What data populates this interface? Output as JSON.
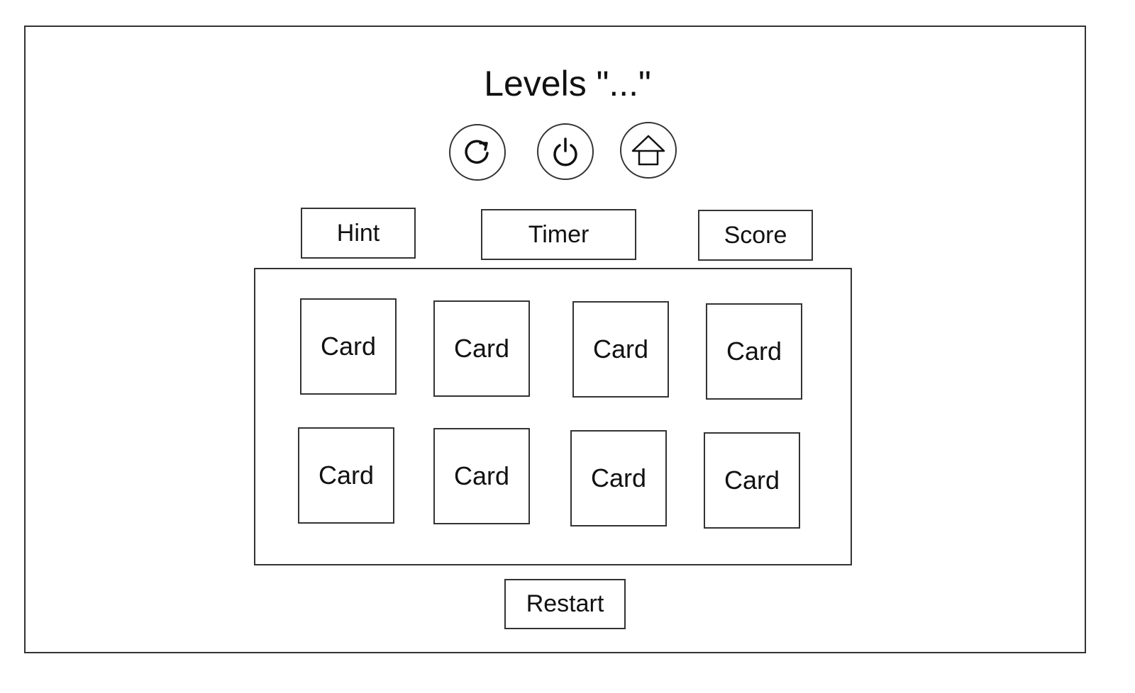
{
  "header": {
    "title": "Levels \"...\""
  },
  "icon_buttons": [
    {
      "name": "refresh-icon"
    },
    {
      "name": "power-icon"
    },
    {
      "name": "home-icon"
    }
  ],
  "stats": {
    "hint_label": "Hint",
    "timer_label": "Timer",
    "score_label": "Score"
  },
  "board": {
    "cards": [
      {
        "label": "Card"
      },
      {
        "label": "Card"
      },
      {
        "label": "Card"
      },
      {
        "label": "Card"
      },
      {
        "label": "Card"
      },
      {
        "label": "Card"
      },
      {
        "label": "Card"
      },
      {
        "label": "Card"
      }
    ]
  },
  "footer": {
    "restart_label": "Restart"
  }
}
